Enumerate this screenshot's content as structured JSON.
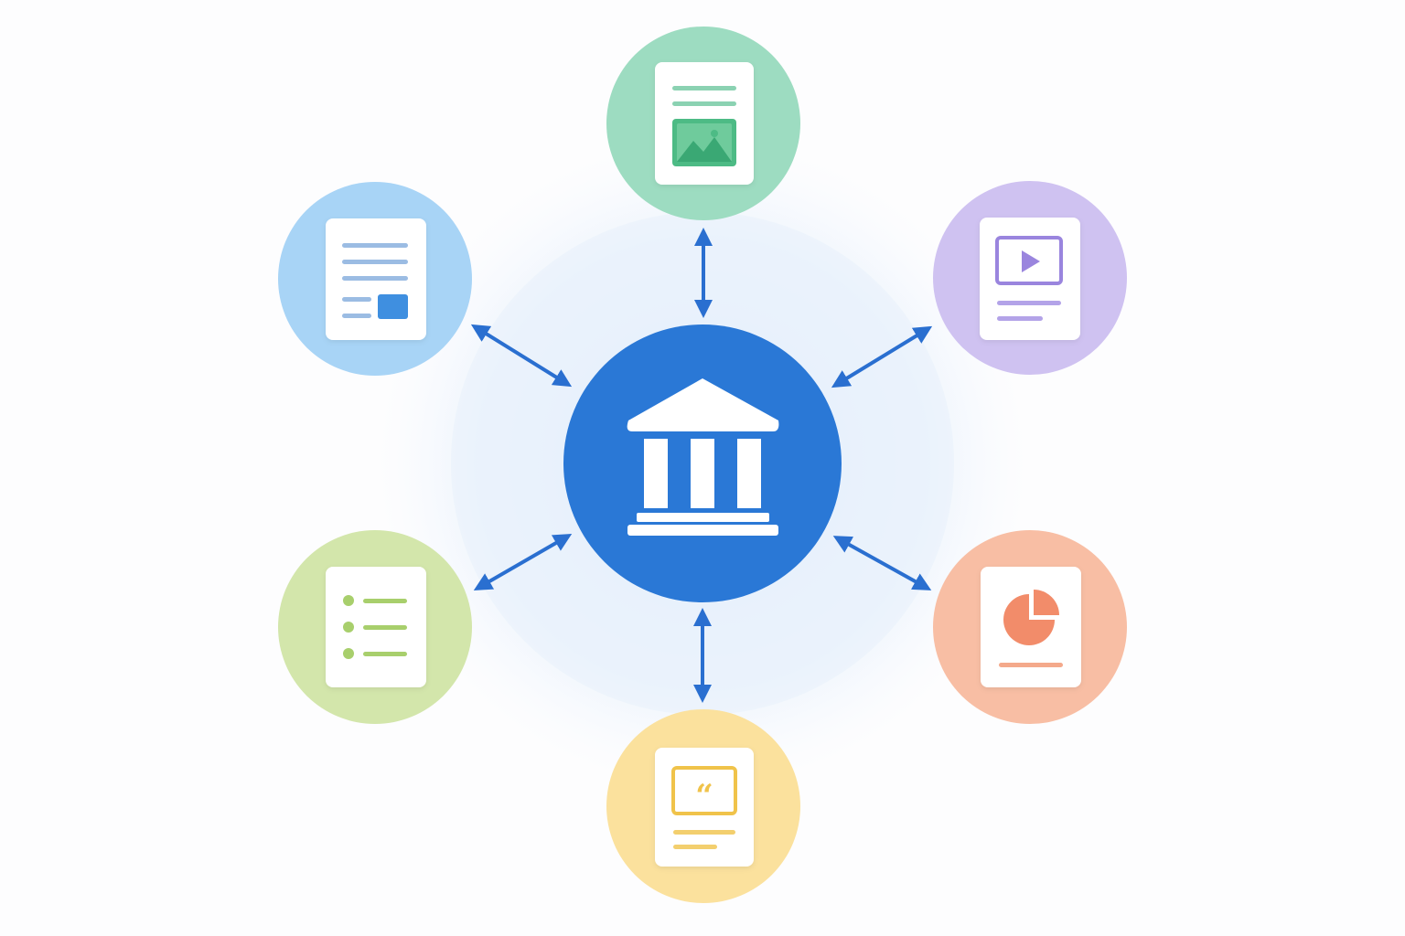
{
  "hub": {
    "icon": "institution-building-icon",
    "color": "#2a78d6"
  },
  "halo_color": "#e3eefb",
  "arrow_color": "#2a6fd0",
  "satellites": [
    {
      "id": "top",
      "icon": "document-with-image-icon",
      "color": "#9ddcc1",
      "accent": "#4dbb85"
    },
    {
      "id": "upper-right",
      "icon": "document-with-video-icon",
      "color": "#cfc2f1",
      "accent": "#9a85de"
    },
    {
      "id": "lower-right",
      "icon": "document-with-pie-chart-icon",
      "color": "#f8bea4",
      "accent": "#f28c6a"
    },
    {
      "id": "bottom",
      "icon": "document-with-quote-icon",
      "color": "#fbe19d",
      "accent": "#f0c34a"
    },
    {
      "id": "lower-left",
      "icon": "document-with-list-icon",
      "color": "#d3e6ab",
      "accent": "#a8cf6c"
    },
    {
      "id": "upper-left",
      "icon": "document-with-text-icon",
      "color": "#a8d4f6",
      "accent": "#3f8fe0"
    }
  ]
}
